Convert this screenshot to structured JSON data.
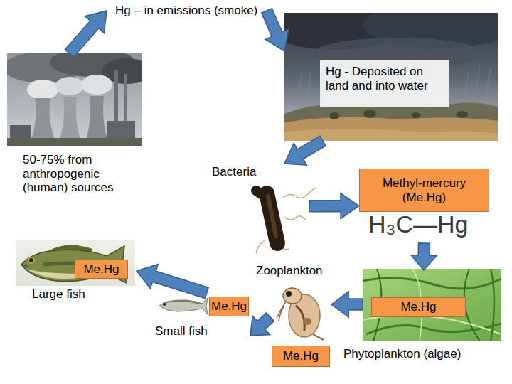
{
  "diagram": {
    "nodes": [
      {
        "text": [
          "50-75% from anthropogenic (human) sources"
        ]
      },
      {
        "text": [
          "Hg – in emissions (smoke)"
        ]
      },
      {
        "text": [
          "Hg - Deposited on land and into water"
        ]
      },
      {
        "text": [
          "Bacteria"
        ]
      },
      {
        "text": [
          "Methyl-mercury (Me.Hg)"
        ]
      },
      {
        "text": [
          "Me.Hg",
          "Phytoplankton (algae)"
        ]
      },
      {
        "text": [
          "Zooplankton",
          "Me.Hg"
        ]
      },
      {
        "text": [
          "Me.Hg",
          "Small fish"
        ]
      },
      {
        "text": [
          "Me.Hg",
          "Large fish"
        ]
      }
    ],
    "edges": [
      {
        "from": 0,
        "to": 1,
        "arrow": "to"
      },
      {
        "from": 1,
        "to": 2,
        "arrow": "to"
      },
      {
        "from": 2,
        "to": 3,
        "arrow": "to"
      },
      {
        "from": 3,
        "to": 4,
        "arrow": "to"
      },
      {
        "from": 4,
        "to": 5,
        "arrow": "to"
      },
      {
        "from": 5,
        "to": 6,
        "arrow": "to"
      },
      {
        "from": 6,
        "to": 7,
        "arrow": "to"
      },
      {
        "from": 7,
        "to": 8,
        "arrow": "to"
      }
    ],
    "labels": [
      "H₃C—Hg"
    ]
  }
}
